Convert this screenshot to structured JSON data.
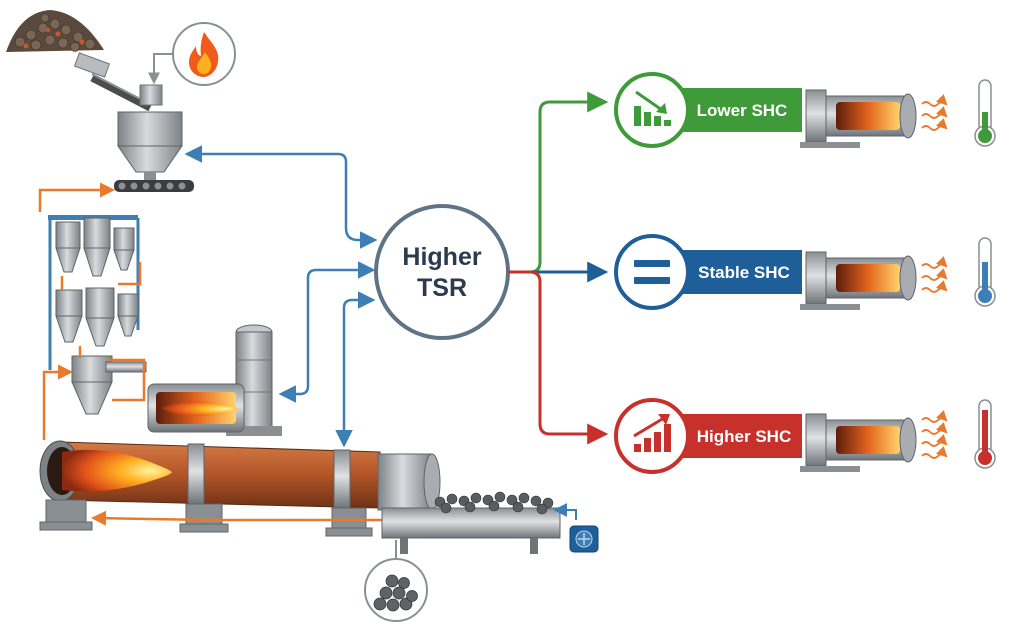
{
  "hub": {
    "line1": "Higher",
    "line2": "TSR"
  },
  "outcomes": [
    {
      "label": "Lower SHC",
      "color": "#3f9a3a",
      "icon": "bar-chart-down-icon"
    },
    {
      "label": "Stable SHC",
      "color": "#1f5f99",
      "icon": "equals-icon"
    },
    {
      "label": "Higher SHC",
      "color": "#c8312b",
      "icon": "bar-chart-up-icon"
    }
  ],
  "colors": {
    "blue_link": "#3d7fb5",
    "orange_gas": "#e97a2b",
    "kiln_shell": "#b8582a",
    "steel": "#a9adb1",
    "hub_ring": "#5f7386"
  }
}
